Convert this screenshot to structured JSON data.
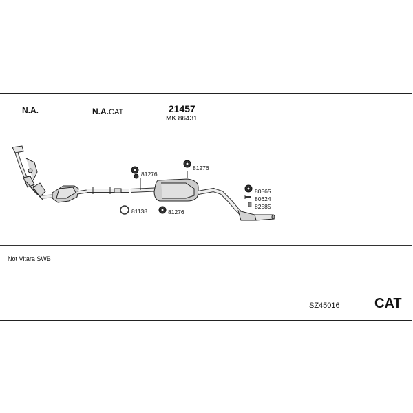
{
  "header": {
    "col1": "N.A.",
    "col2_bold": "N.A.",
    "col2_suffix": "CAT",
    "main_part_prefix": "..",
    "main_part": "21457",
    "mk_prefix": "MK",
    "mk_number": "86431"
  },
  "parts": {
    "hanger_top_left": "81276",
    "hanger_top_right": "81276",
    "ring_gasket": "81138",
    "hanger_bottom": "81276",
    "clamp_1": "80565",
    "clamp_2": "80624",
    "clamp_3": "82585"
  },
  "footer": {
    "note": "Not Vitara SWB",
    "code": "SZ45016",
    "badge": "CAT"
  }
}
